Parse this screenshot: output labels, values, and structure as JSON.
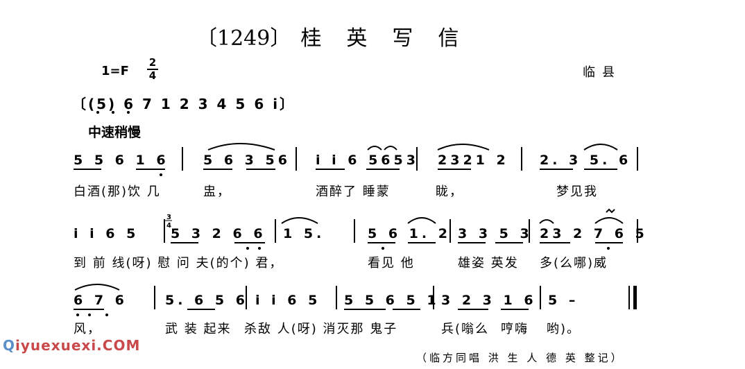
{
  "title": {
    "number": "〔1249〕",
    "name": [
      "桂",
      "英",
      "写",
      "信"
    ]
  },
  "key": "1=F",
  "meter": {
    "top": "2",
    "bottom": "4"
  },
  "origin": "临县",
  "prelude": "〔(5) 6 7 1 2 3 4 5 6 i〕",
  "tempo": "中速稍慢",
  "rows": [
    {
      "measures": [
        "5 5 6 1 6",
        "5 6 3 56",
        "i i 6 5653",
        "2321 2",
        "2. 3 5. 6"
      ],
      "lyrics": [
        "白酒(那)饮 几",
        "盅，",
        "酒醉了 睡蒙",
        "眬，",
        "梦见我"
      ]
    },
    {
      "measures": [
        "i i 6 5",
        "5 3 2 6 6",
        "1 5.",
        "5 6 1. 2",
        "3 3 5 3",
        "23 2 7 6 5"
      ],
      "lyrics": [
        "到 前 线(呀) 慰 问 夫(的个) 君，",
        "看见 他",
        "雄姿 英发",
        "多(么哪)威"
      ]
    },
    {
      "measures": [
        "6 7 6",
        "5. 6 5 6",
        "i i 6 5",
        "5 5 6 5 1",
        "3 2 3 1 6",
        "5  –"
      ],
      "lyrics": [
        "风，",
        "武 装 起来",
        "杀敌 人(呀) 消灭那 鬼子",
        "兵(嗡么",
        "哼嗨",
        "哟)。"
      ]
    }
  ],
  "watermark": {
    "q": "Q",
    "rest": "iyuexuexi.COM"
  },
  "credit": "（临方同唱 洪 生 人 德 英 整记）"
}
